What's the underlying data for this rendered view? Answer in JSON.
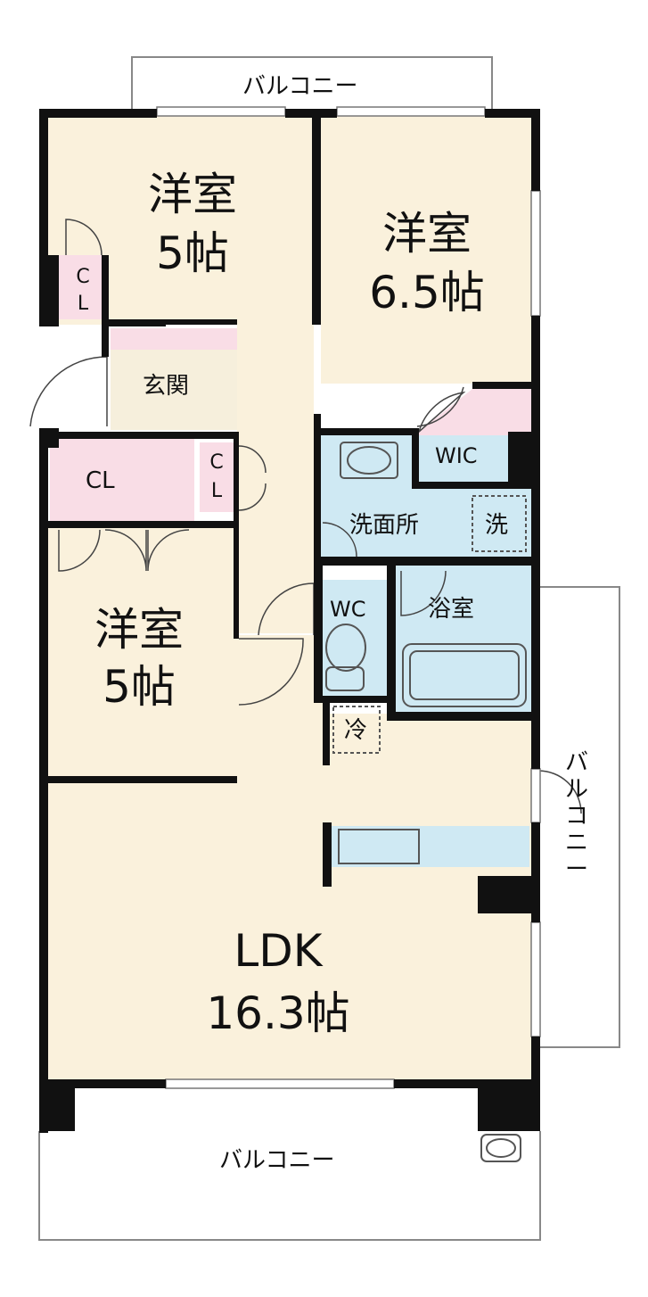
{
  "rooms": {
    "western_top_left": {
      "name": "洋室",
      "size": "5帖"
    },
    "western_top_right": {
      "name": "洋室",
      "size": "6.5帖"
    },
    "western_mid_left": {
      "name": "洋室",
      "size": "5帖"
    },
    "ldk": {
      "name": "LDK",
      "size": "16.3帖"
    }
  },
  "labels": {
    "entrance": "玄関",
    "closet": "CL",
    "closet_small_c": "C",
    "closet_small_l": "L",
    "walk_in_closet": "WIC",
    "washroom": "洗面所",
    "washer": "洗",
    "bathroom": "浴室",
    "toilet": "WC",
    "fridge": "冷",
    "balcony": "バルコニー",
    "balcony_vertical": [
      "バ",
      "ル",
      "コ",
      "ニ",
      "ー"
    ]
  },
  "colors": {
    "room_fill": "#faf1dc",
    "closet_fill": "#f9dde6",
    "wet_fill": "#cfe9f3",
    "wall": "#111111"
  }
}
